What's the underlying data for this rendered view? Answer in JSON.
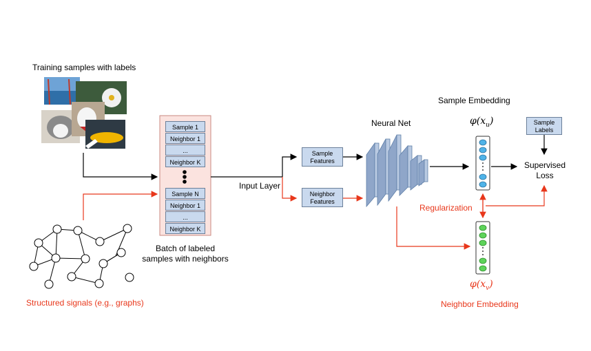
{
  "training": {
    "title": "Training samples with labels"
  },
  "batch": {
    "cells_top": [
      "Sample 1",
      "Neighbor 1",
      "...",
      "Neighbor K"
    ],
    "cells_bottom": [
      "Sample N",
      "Neighbor 1",
      "...",
      "Neighbor K"
    ],
    "caption_line1": "Batch of labeled",
    "caption_line2": "samples with neighbors"
  },
  "graph": {
    "caption": "Structured signals (e.g., graphs)"
  },
  "input_layer": {
    "label": "Input Layer"
  },
  "features": {
    "sample_line1": "Sample",
    "sample_line2": "Features",
    "neighbor_line1": "Neighbor",
    "neighbor_line2": "Features"
  },
  "neural_net": {
    "label": "Neural Net"
  },
  "sample_embedding": {
    "title": "Sample Embedding",
    "formula": "φ(x_u)"
  },
  "neighbor_embedding": {
    "title": "Neighbor Embedding",
    "formula": "φ(x_v)"
  },
  "labels_box": {
    "line1": "Sample",
    "line2": "Labels"
  },
  "loss": {
    "line1": "Supervised",
    "line2": "Loss"
  },
  "regularization": {
    "label": "Regularization"
  },
  "colors": {
    "accent_red": "#e8371b",
    "box_blue": "#c9d9ee",
    "node_blue": "#4fb3e8",
    "node_green": "#5ed35a"
  }
}
